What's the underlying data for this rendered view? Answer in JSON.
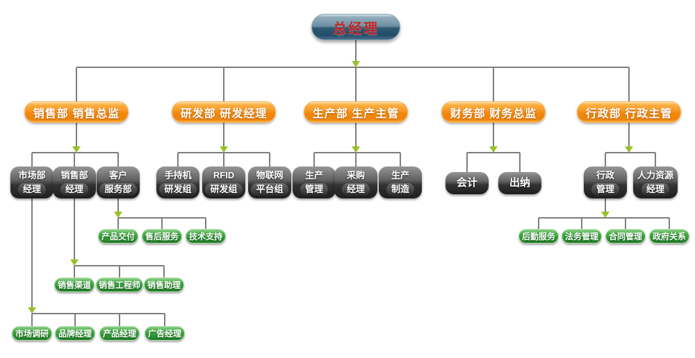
{
  "org_chart": {
    "root": {
      "label": "总经理"
    },
    "departments": [
      {
        "label": "销售部 销售总监"
      },
      {
        "label": "研发部 研发经理"
      },
      {
        "label": "生产部 生产主管"
      },
      {
        "label": "财务部 财务总监"
      },
      {
        "label": "行政部 行政主管"
      }
    ],
    "teams": {
      "sales": [
        {
          "line1": "市场部",
          "line2": "经理"
        },
        {
          "line1": "销售部",
          "line2": "经理"
        },
        {
          "line1": "客户",
          "line2": "服务部"
        }
      ],
      "rd": [
        {
          "line1": "手持机",
          "line2": "研发组"
        },
        {
          "line1": "RFID",
          "line2": "研发组"
        },
        {
          "line1": "物联网",
          "line2": "平台组"
        }
      ],
      "production": [
        {
          "line1": "生产",
          "line2": "管理"
        },
        {
          "line1": "采购",
          "line2": "经理"
        },
        {
          "line1": "生产",
          "line2": "制造"
        }
      ],
      "finance": [
        {
          "label": "会计"
        },
        {
          "label": "出纳"
        }
      ],
      "admin": [
        {
          "line1": "行政",
          "line2": "管理"
        },
        {
          "line1": "人力资源",
          "line2": "经理"
        }
      ]
    },
    "roles": {
      "customer_service": [
        "产品交付",
        "售后服务",
        "技术支持"
      ],
      "sales_manager": [
        "销售渠道",
        "销售工程师",
        "销售助理"
      ],
      "market_manager": [
        "市场调研",
        "品牌经理",
        "产品经理",
        "广告经理"
      ],
      "admin_mgmt": [
        "后勤服务",
        "法务管理",
        "合同管理",
        "政府关系"
      ]
    }
  },
  "colors": {
    "root_box_top": "#8fa9b8",
    "root_box_bottom": "#2c586f",
    "root_text": "#c22527",
    "department_box": "#f79420",
    "team_box": "#3c3c3c",
    "role_box": "#2f9635",
    "connector": "#7d7d7d",
    "arrow": "#97c225",
    "node_text": "#ffffff"
  }
}
